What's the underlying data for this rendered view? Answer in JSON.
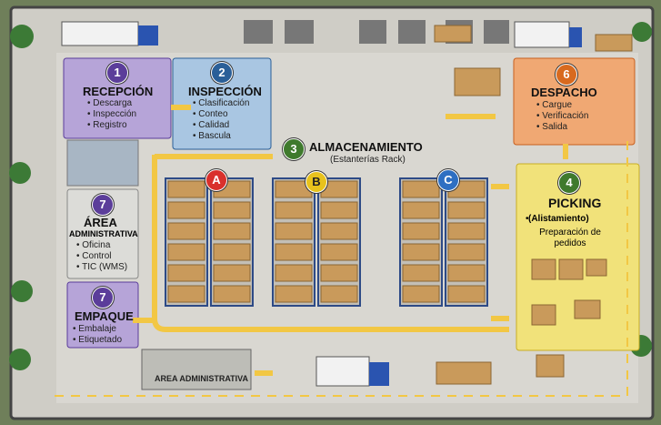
{
  "zones": {
    "recepcion": {
      "number": "1",
      "title": "RECEPCIÓN",
      "items": [
        "Descarga",
        "Inspección",
        "Registro"
      ],
      "color": "#b6a4d8",
      "badge_color": "#5b3d9a"
    },
    "inspeccion": {
      "number": "2",
      "title": "INSPECCIÓN",
      "items": [
        "Clasificación",
        "Conteo",
        "Calidad",
        "Bascula"
      ],
      "color": "#a9c6e2",
      "badge_color": "#2a5f98"
    },
    "almacenamiento": {
      "number": "3",
      "title": "ALMACENAMIENTO",
      "subtitle": "(Estanterías Rack)",
      "badge_color": "#3f7a2d"
    },
    "picking": {
      "number": "4",
      "title": "PICKING",
      "subtitle": "(Alistamiento)",
      "items": [
        "Preparación de pedidos"
      ],
      "color": "#f1e27a",
      "badge_color": "#3f7a2d"
    },
    "despacho": {
      "number": "6",
      "title": "DESPACHO",
      "items": [
        "Cargue",
        "Verificación",
        "Salida"
      ],
      "color": "#f0a873",
      "badge_color": "#d86a1f"
    },
    "area": {
      "number": "7",
      "title": "ÁREA",
      "subtitle": "ADMINISTRATIVA",
      "items": [
        "Oficina",
        "Control",
        "TIC (WMS)"
      ],
      "color": "#dcdcd8",
      "badge_color": "#5b3d9a"
    },
    "empaque": {
      "number": "7",
      "title": "EMPAQUE",
      "items": [
        "Embalaje",
        "Etiquetado"
      ],
      "color": "#b6a4d8",
      "badge_color": "#5b3d9a"
    }
  },
  "racks": [
    {
      "label": "A",
      "color": "#d9302c"
    },
    {
      "label": "B",
      "color": "#e8c21c"
    },
    {
      "label": "C",
      "color": "#2e6fc2"
    }
  ],
  "bottom_label": "AREA ADMINISTRATIVA",
  "colors": {
    "floor": "#d8d6d0",
    "wall": "#555555",
    "path": "#f2c744",
    "rack": "#2d4a86",
    "box": "#c99a5b",
    "grass": "#3c7a36",
    "truck_cab": "#2a54b0"
  }
}
